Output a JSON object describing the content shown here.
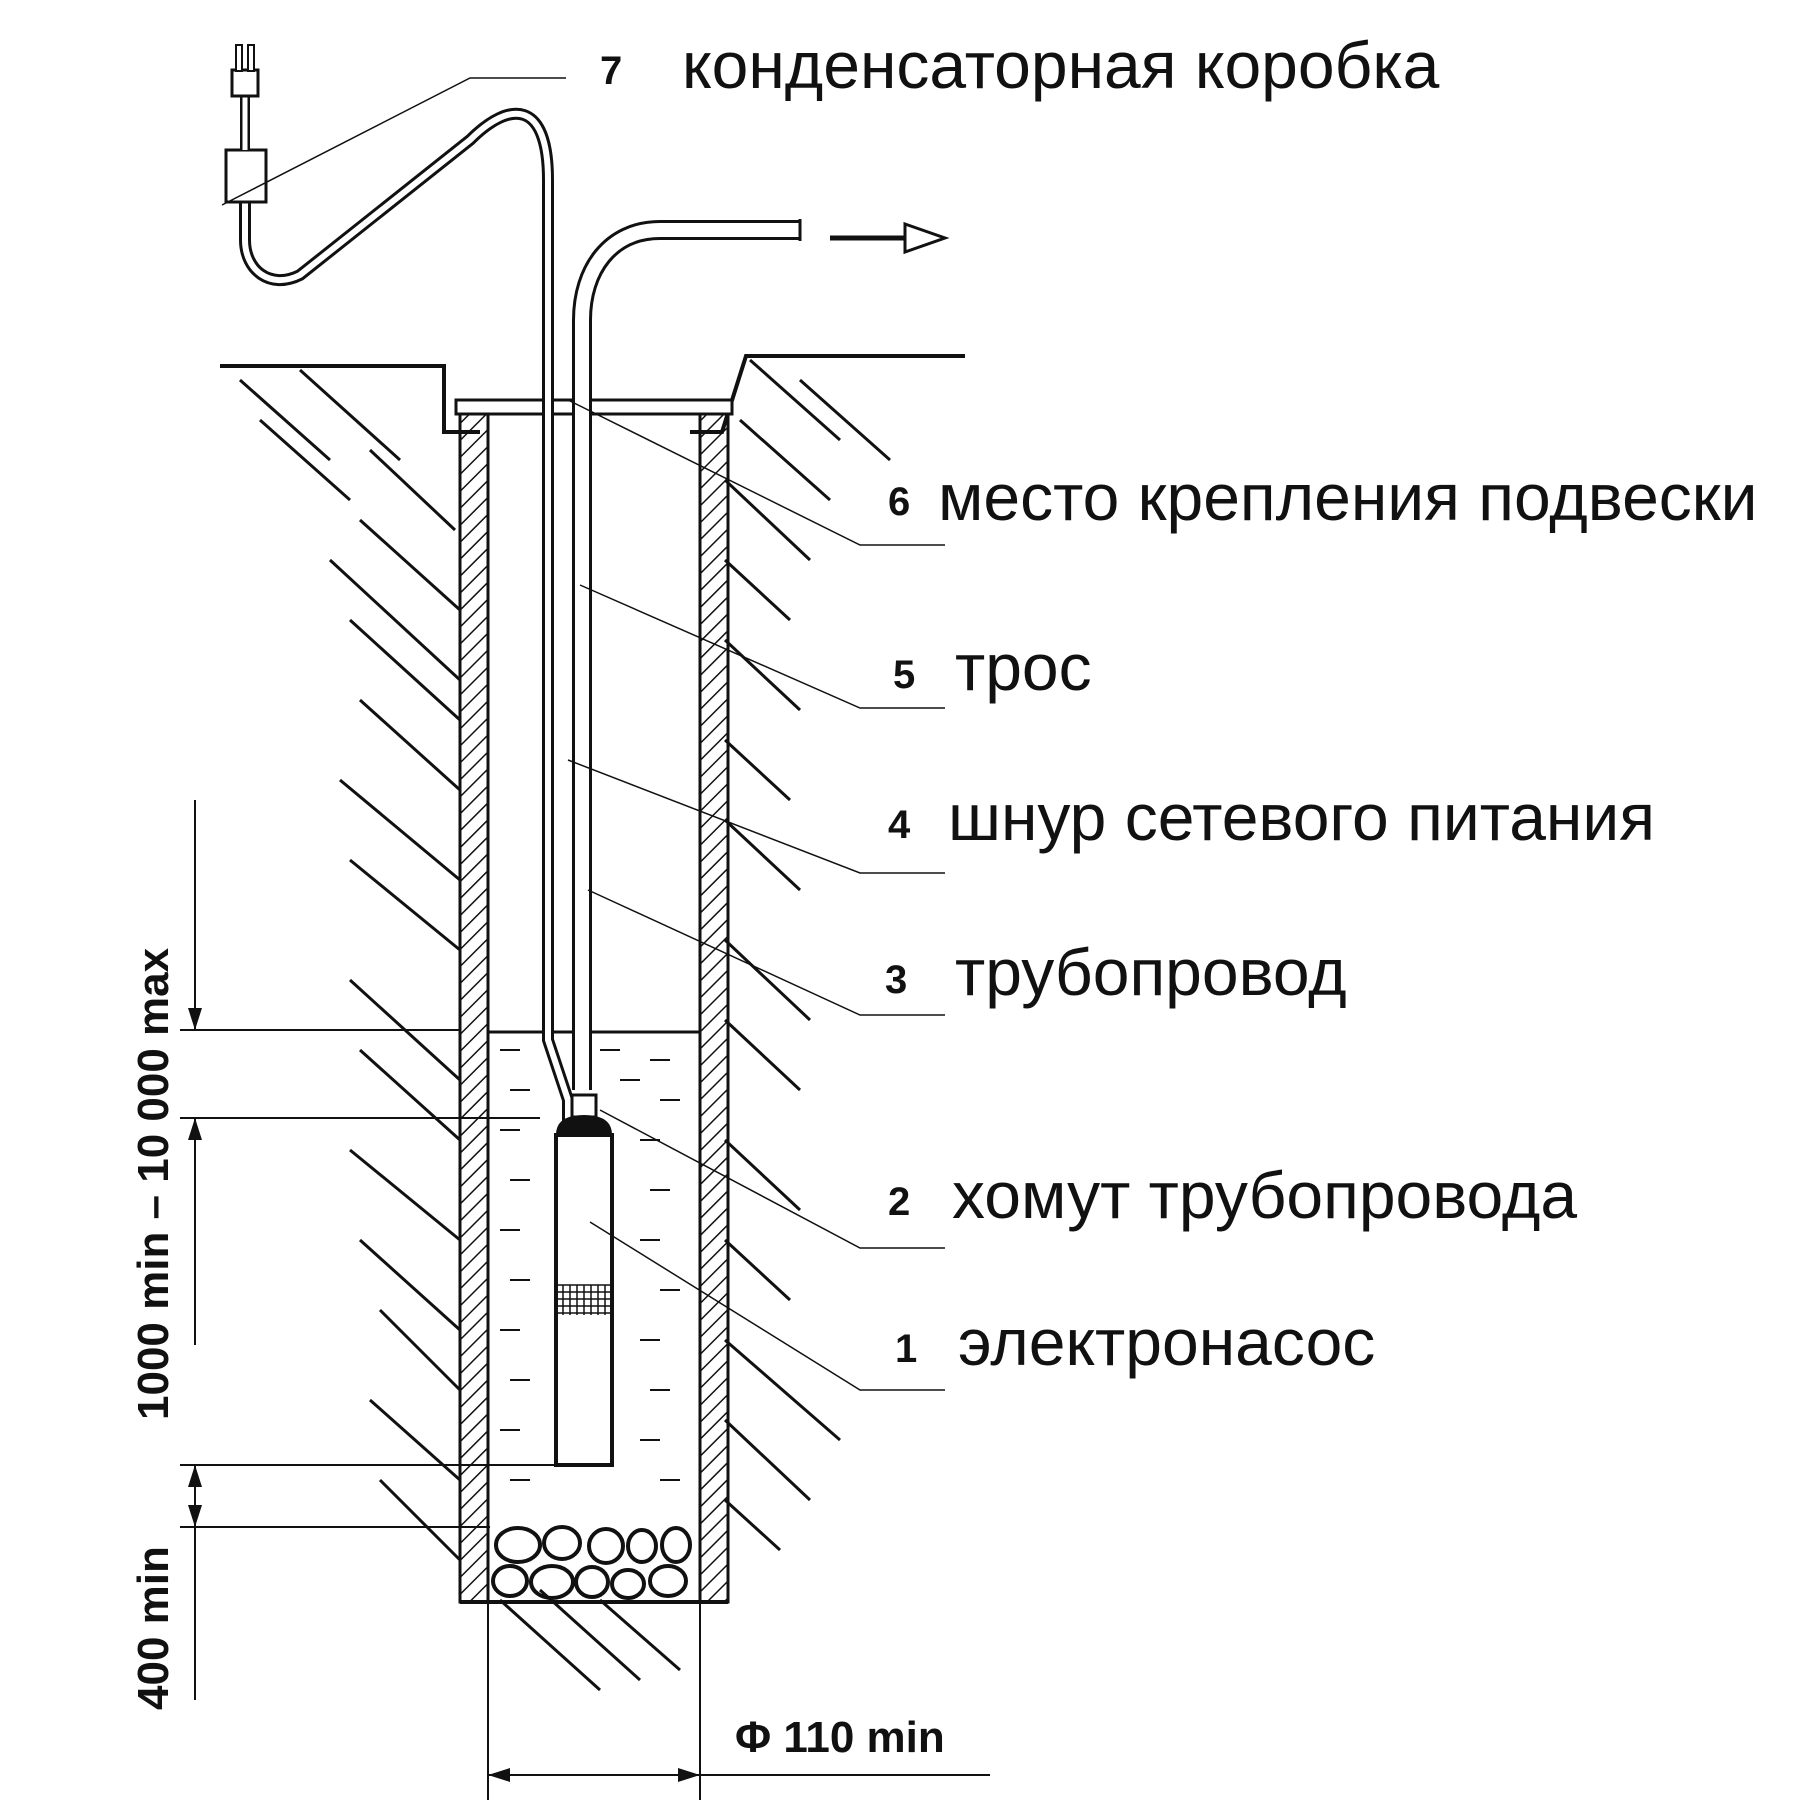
{
  "callouts": [
    {
      "num": "7",
      "text": "конденсаторная коробка"
    },
    {
      "num": "6",
      "text": "место крепления подвески"
    },
    {
      "num": "5",
      "text": "трос"
    },
    {
      "num": "4",
      "text": "шнур сетевого питания"
    },
    {
      "num": "3",
      "text": "трубопровод"
    },
    {
      "num": "2",
      "text": "хомут трубопровода"
    },
    {
      "num": "1",
      "text": "электронасос"
    }
  ],
  "dimensions": {
    "depth_range": "1000 min – 10 000 max",
    "bottom_clearance": "400 min",
    "diameter": "Φ 110 min"
  }
}
